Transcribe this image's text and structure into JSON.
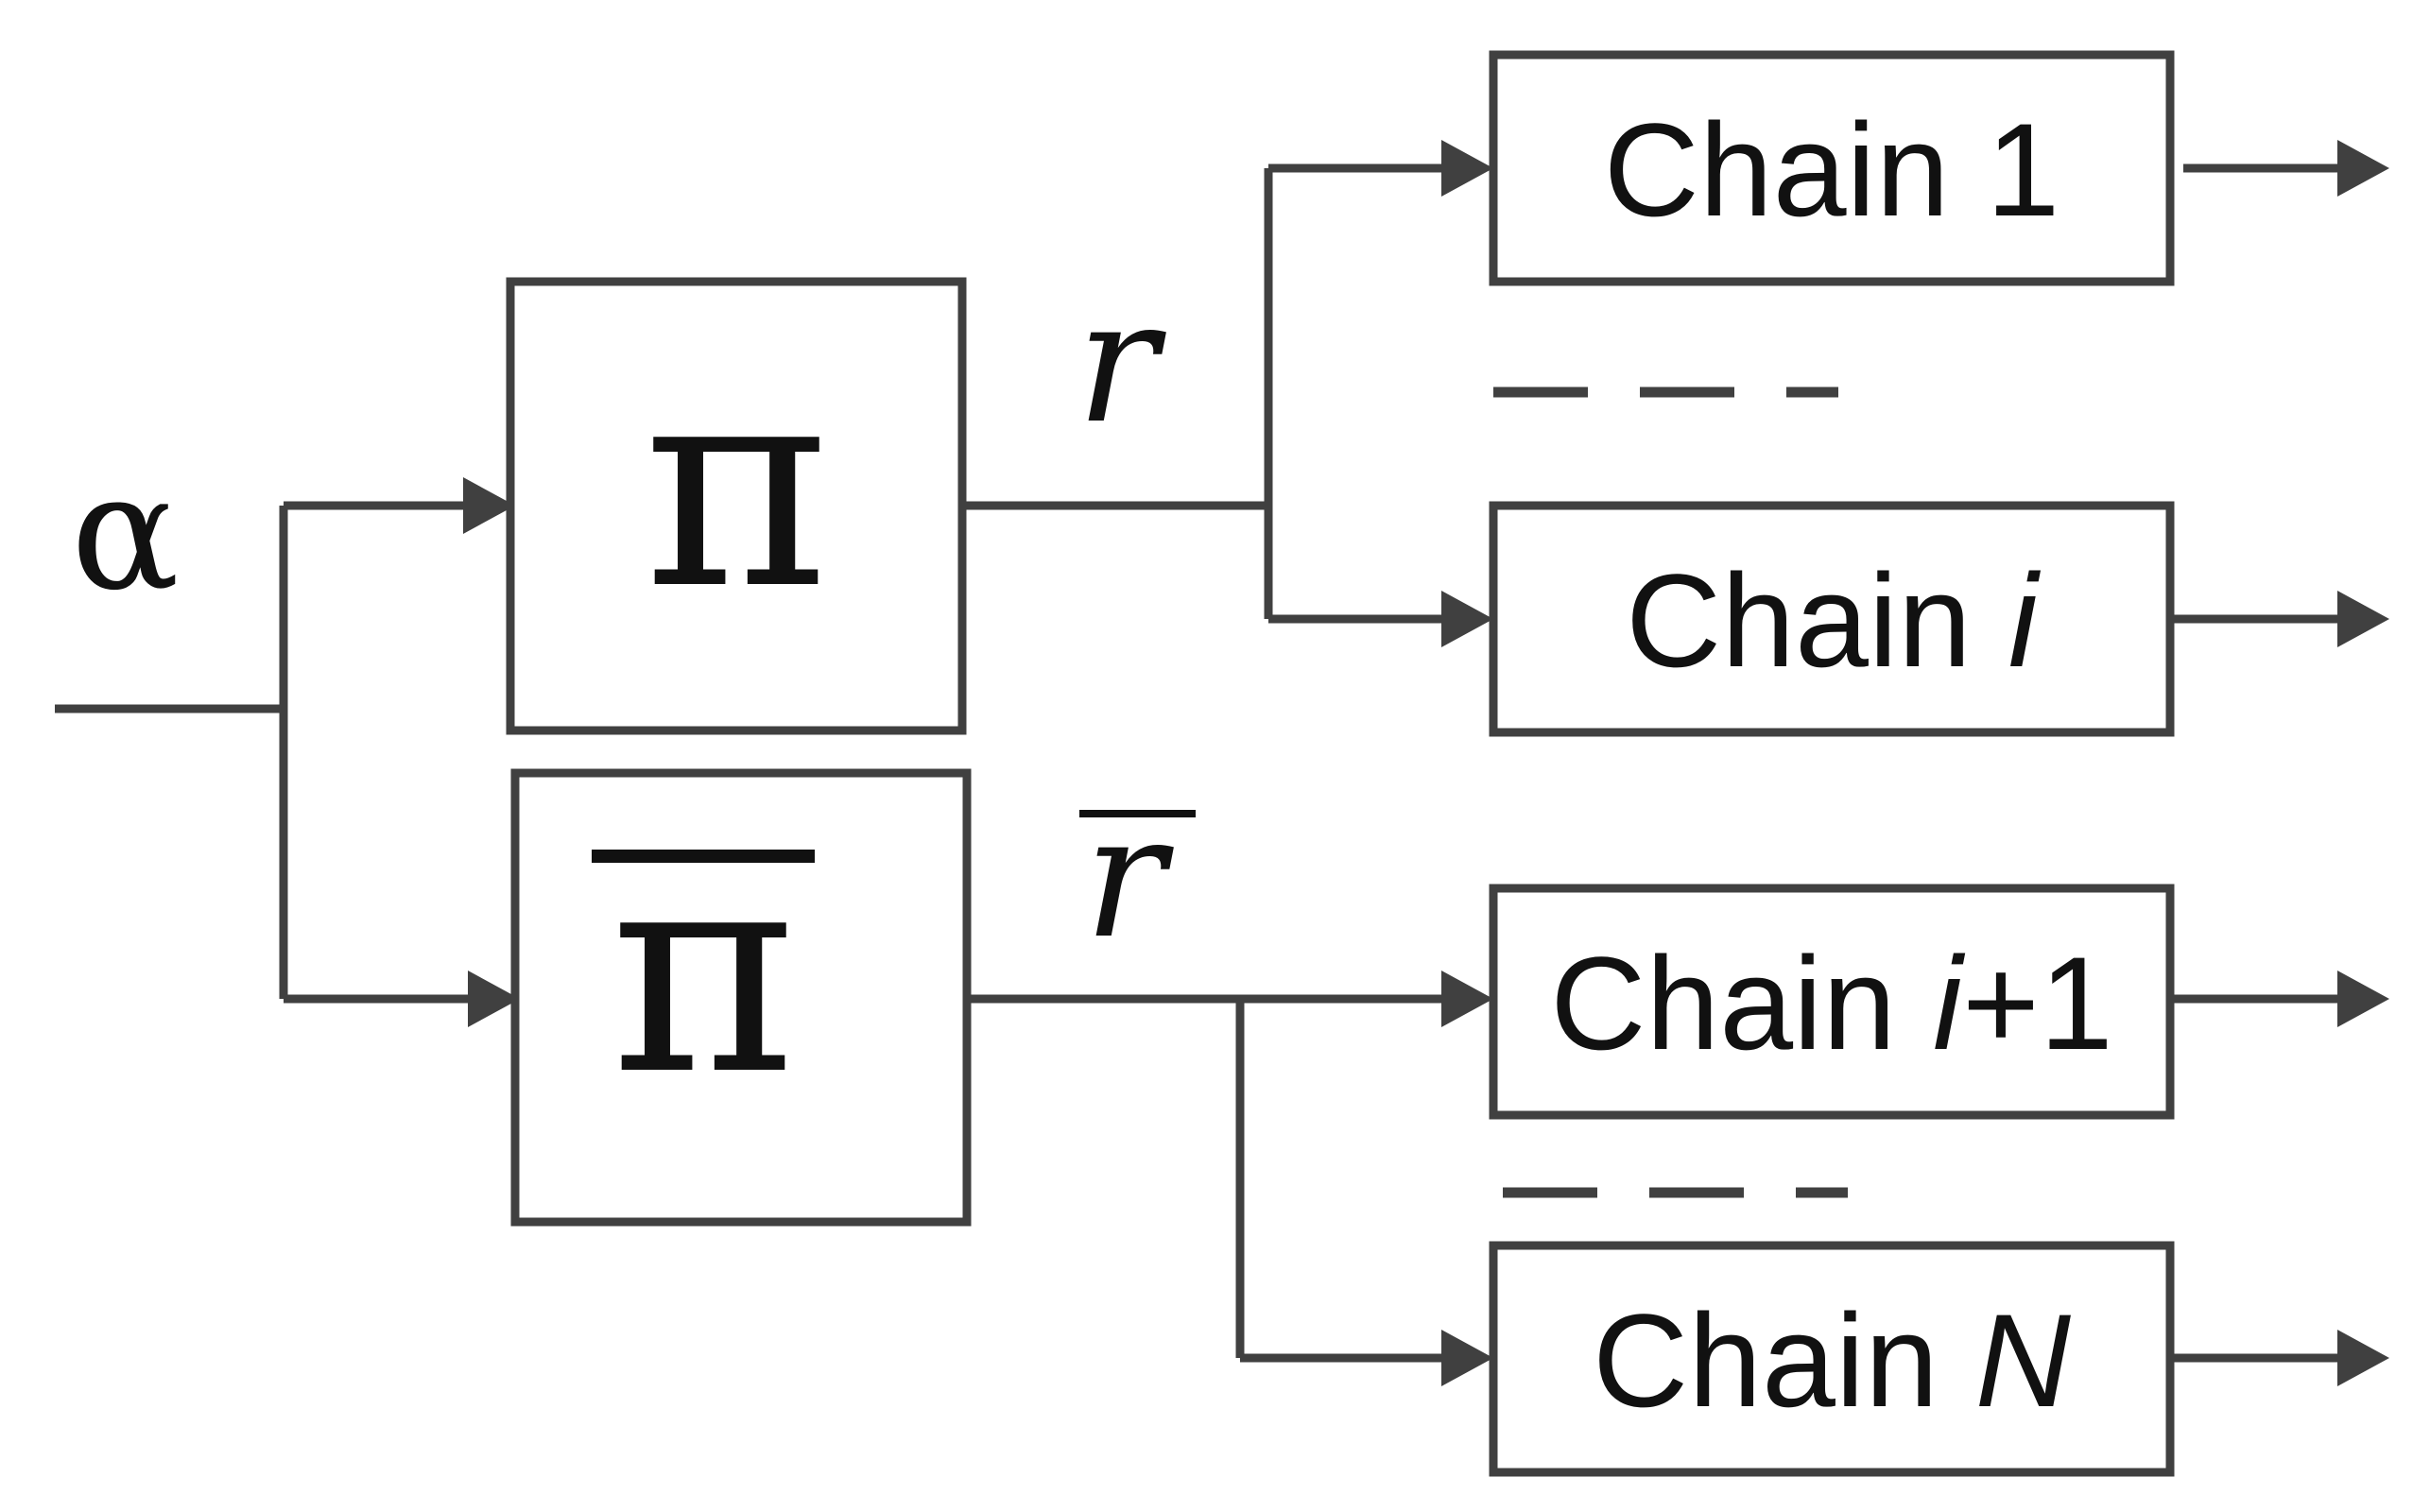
{
  "input": {
    "label": "α"
  },
  "blocks": {
    "upper": {
      "symbol": "π"
    },
    "lower": {
      "symbol": "π"
    }
  },
  "signals": {
    "upper": "r",
    "lower": "r"
  },
  "chains": [
    {
      "prefix": "Chain ",
      "italic": "",
      "suffix": "1"
    },
    {
      "prefix": "Chain ",
      "italic": "i",
      "suffix": ""
    },
    {
      "prefix": "Chain ",
      "italic": "i",
      "suffix": "+1"
    },
    {
      "prefix": "Chain ",
      "italic": "N",
      "suffix": ""
    }
  ],
  "colors": {
    "stroke": "#404040",
    "text": "#111111",
    "background": "#ffffff"
  }
}
